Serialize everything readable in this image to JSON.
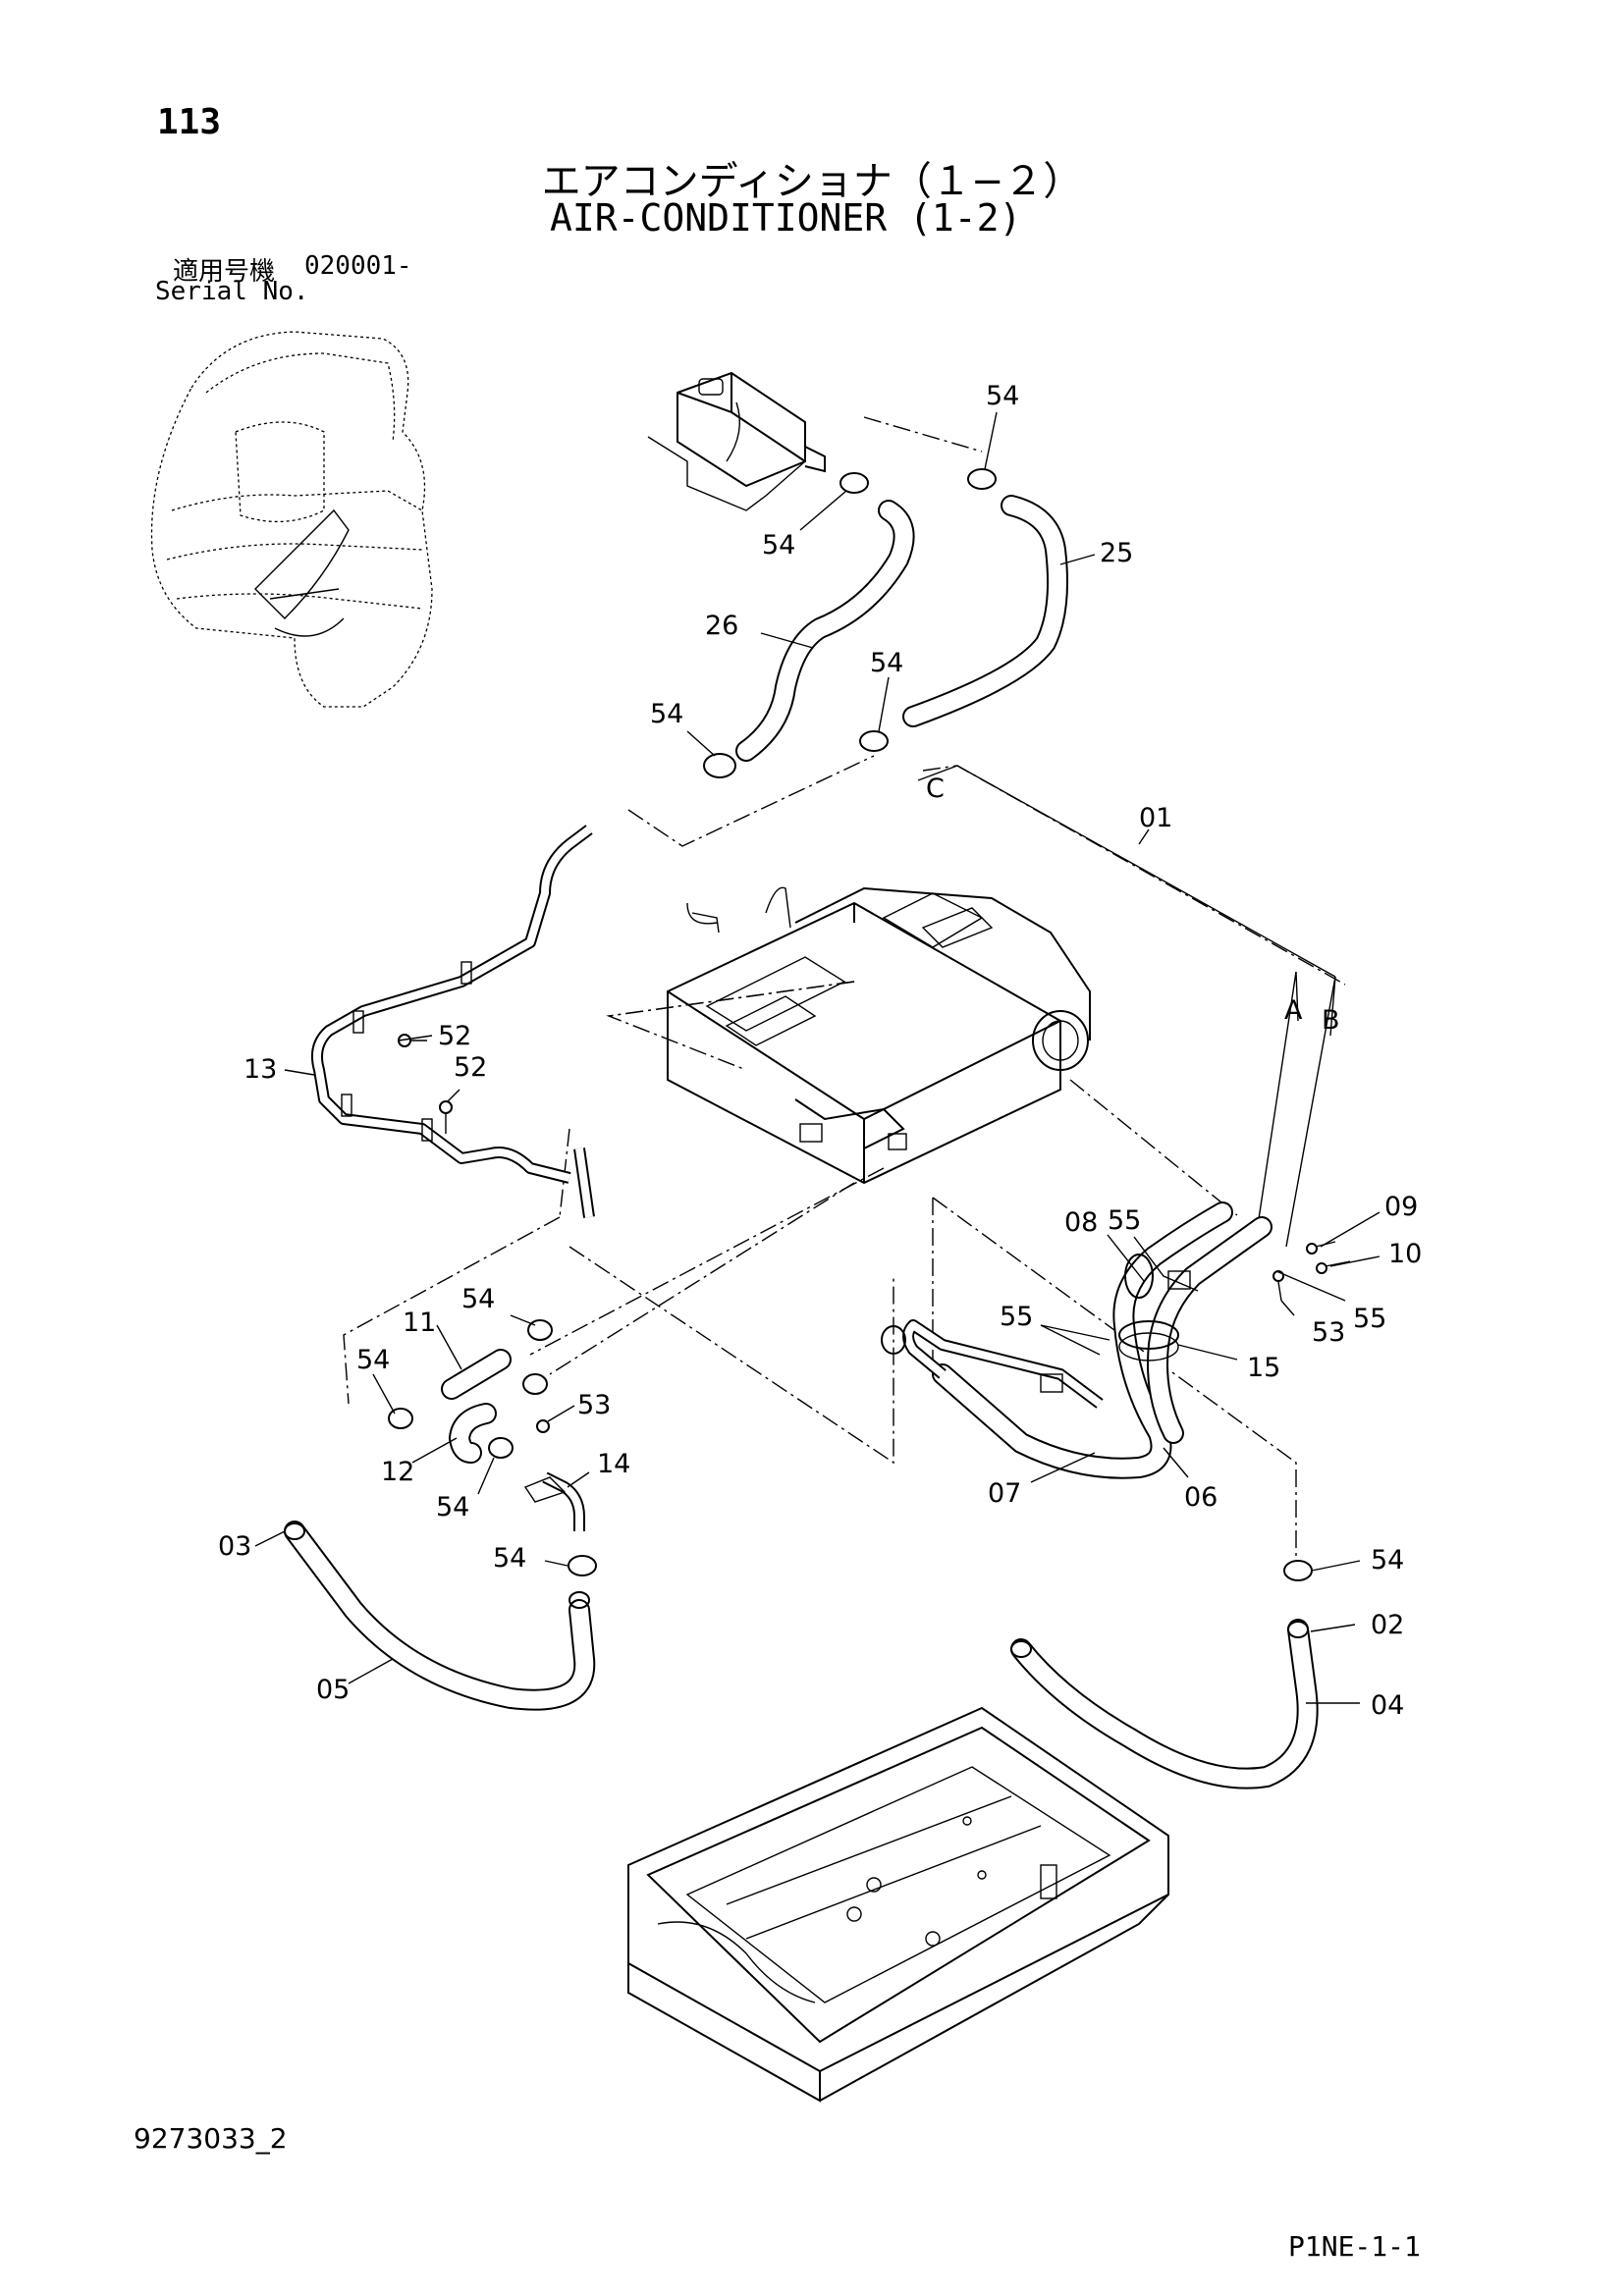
{
  "header": {
    "page_number": "113",
    "title_jp": "エアコンディショナ（１−２）",
    "title_en": "AIR-CONDITIONER (1-2)",
    "serial_label_jp": "適用号機",
    "serial_label_en": "Serial No.",
    "serial_value": "020001-"
  },
  "footer": {
    "drawing_id": "9273033_2",
    "page_code": "P1NE-1-1"
  },
  "callouts": {
    "c54_top": "54",
    "c25": "25",
    "c54_a": "54",
    "c26": "26",
    "c54_b": "54",
    "c54_c": "54",
    "cC": "C",
    "c01": "01",
    "cA": "A",
    "cB": "B",
    "c52_a": "52",
    "c13": "13",
    "c52_b": "52",
    "c09": "09",
    "c55_a": "55",
    "c08": "08",
    "c10": "10",
    "c55_b": "55",
    "c53_a": "53",
    "c55_c": "55",
    "c15": "15",
    "c54_d": "54",
    "c11": "11",
    "c54_e": "54",
    "c53_b": "53",
    "c12": "12",
    "c14": "14",
    "c54_f": "54",
    "c07": "07",
    "c06": "06",
    "c03": "03",
    "c54_g": "54",
    "c54_h": "54",
    "c02": "02",
    "c05": "05",
    "c04": "04"
  }
}
